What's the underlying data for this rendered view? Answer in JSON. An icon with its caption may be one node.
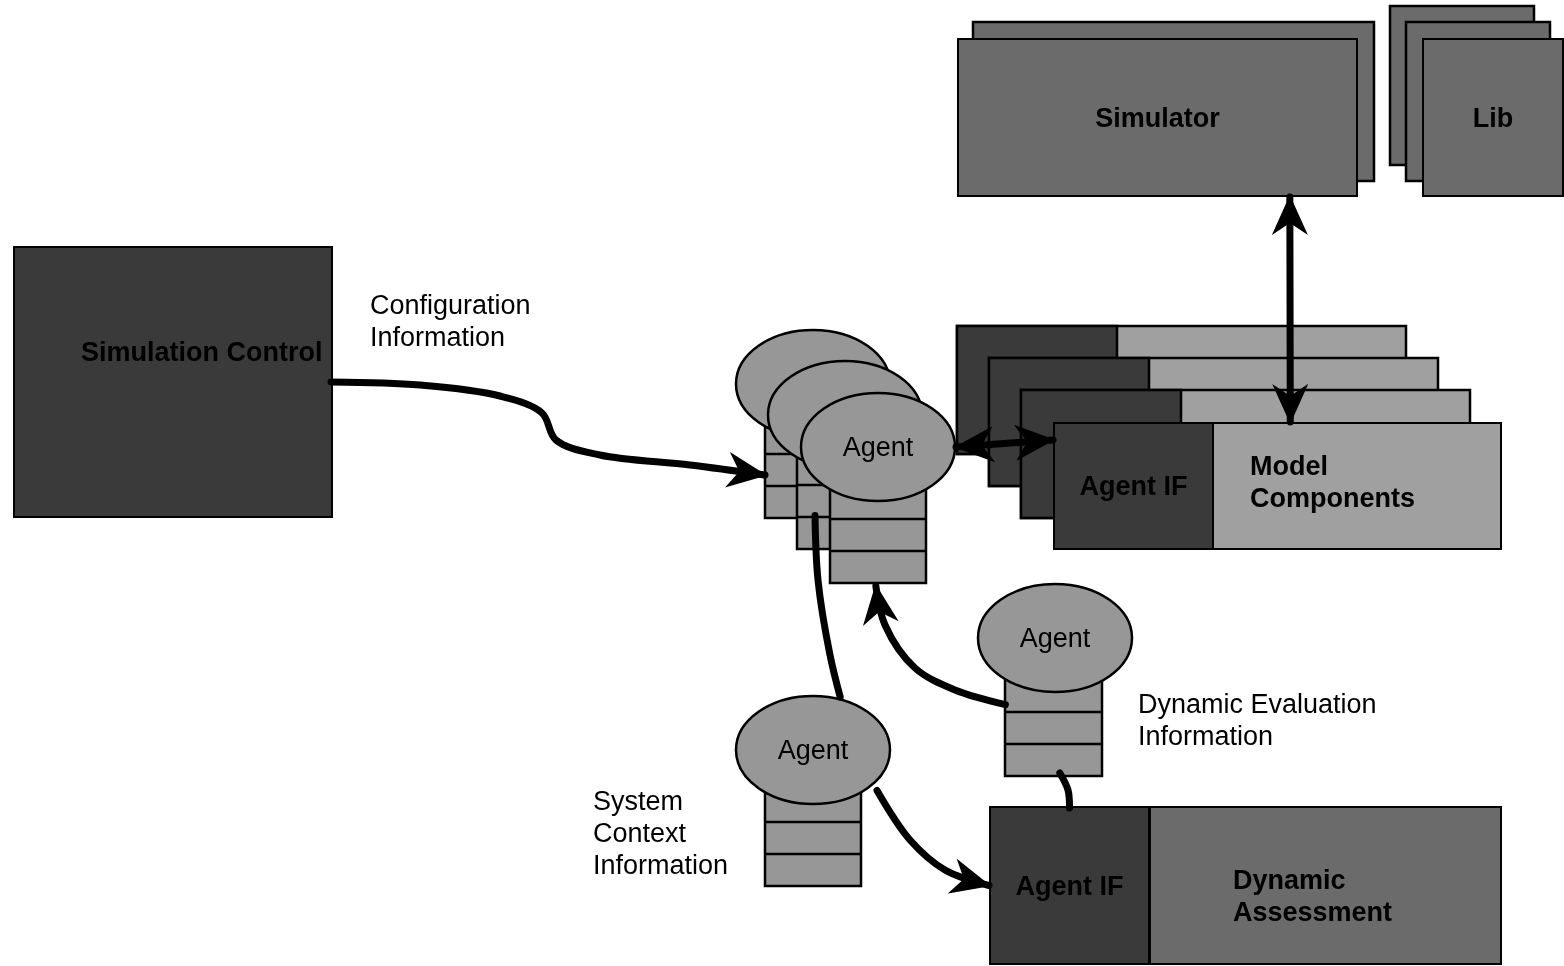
{
  "diagram": {
    "nodes": [
      {
        "text": [
          "Simulation Control"
        ]
      },
      {
        "text": [
          "Simulator"
        ]
      },
      {
        "text": [
          "Lib"
        ]
      },
      {
        "text": [
          "Agent"
        ]
      },
      {
        "text": [
          "Agent IF"
        ]
      },
      {
        "text": [
          "Model Components"
        ]
      },
      {
        "text": [
          "Agent"
        ],
        "beside": [
          "Dynamic Evaluation Information"
        ]
      },
      {
        "text": [
          "Agent"
        ],
        "beside": [
          "System Context Information"
        ]
      },
      {
        "text": [
          "Agent IF"
        ]
      },
      {
        "text": [
          "Dynamic Assessment"
        ]
      }
    ],
    "edges": [
      {
        "from": 0,
        "to": 3,
        "arrow": "to",
        "label": "Configuration Information"
      },
      {
        "from": 3,
        "to": 4,
        "arrow": "both"
      },
      {
        "from": 1,
        "to": 5,
        "arrow": "both"
      },
      {
        "from": 3,
        "to": 7,
        "arrow": "none"
      },
      {
        "from": 7,
        "to": 8,
        "arrow": "to"
      },
      {
        "from": 6,
        "to": 3,
        "arrow": "to"
      },
      {
        "from": 8,
        "to": 6,
        "arrow": "none"
      }
    ]
  }
}
